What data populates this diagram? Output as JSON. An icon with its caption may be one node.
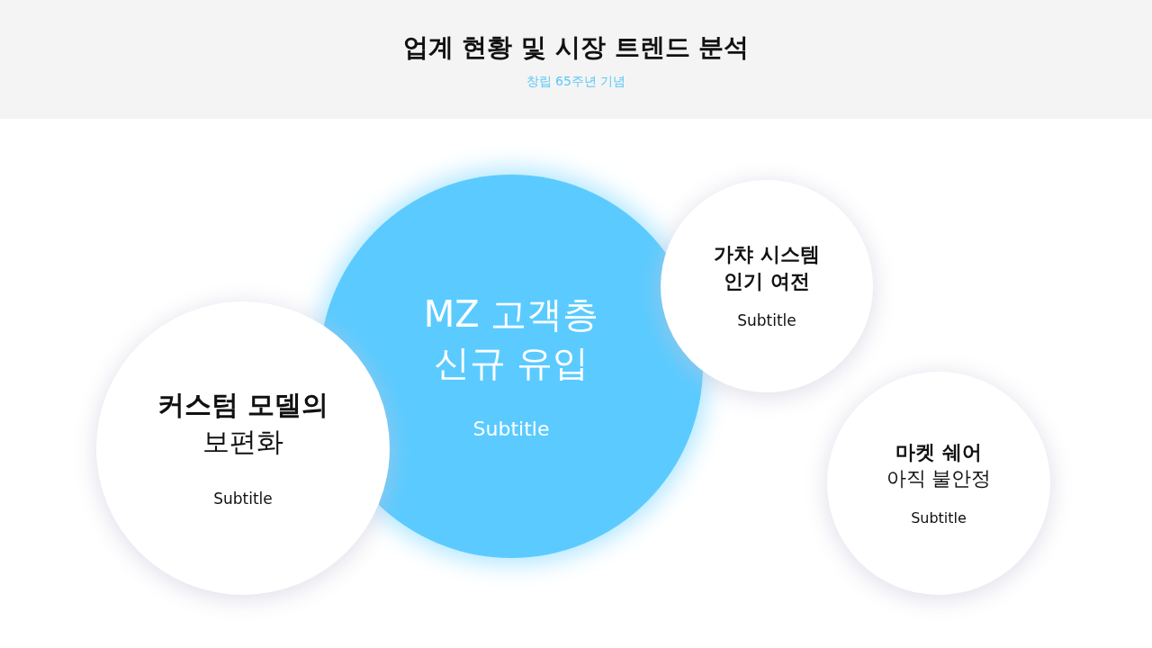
{
  "diagram": {
    "title": "업계 현황 및 시장 트렌드 분석",
    "nodes": [
      {
        "text": [
          "커스텀 모델의",
          "보편화",
          "Subtitle"
        ]
      },
      {
        "text": [
          "MZ 고객층",
          "신규 유입",
          "Subtitle"
        ]
      },
      {
        "text": [
          "가챠 시스템 인기 여전",
          "Subtitle"
        ]
      },
      {
        "text": [
          "마켓 쉐어",
          "아직 불안정",
          "Subtitle"
        ]
      }
    ],
    "labels": [
      "창립 65주년 기념"
    ]
  }
}
